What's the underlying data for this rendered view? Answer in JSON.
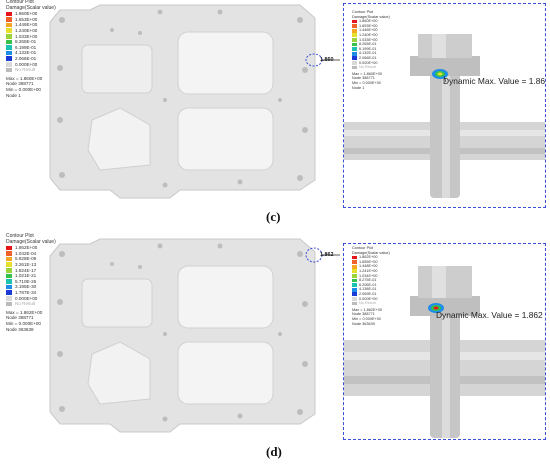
{
  "panel_c": {
    "label": "(c)",
    "legend_title": "Contour Plot",
    "legend_subtitle": "Damage(Scalar value)",
    "legend_values": [
      "1.860E+00",
      "1.653E+00",
      "1.446E+00",
      "1.240E+00",
      "1.033E+00",
      "8.265E-01",
      "6.199E-01",
      "4.132E-01",
      "2.066E-01",
      "0.000E+00"
    ],
    "no_result": "No Result",
    "max_line": "Max = 1.860E+00",
    "node_max": "Node 388771",
    "min_line": "Min = 0.000E+00",
    "node_min": "Node 1",
    "marker_value": "1.860",
    "dynamic_label": "Dynamic Max. Value = 1.860"
  },
  "panel_d": {
    "label": "(d)",
    "legend_title": "Contour Plot",
    "legend_subtitle": "Damage(Scalar value)",
    "legend_values": [
      "1.862E+00",
      "1.042E-04",
      "5.828E-09",
      "3.261E-13",
      "1.824E-17",
      "1.021E-21",
      "5.710E-26",
      "3.195E-30",
      "1.787E-34",
      "0.000E+00"
    ],
    "no_result": "No Result",
    "max_line": "Max = 1.862E+00",
    "node_max": "Node 388771",
    "min_line": "Min = 0.000E+00",
    "node_min": "Node 363639",
    "marker_value": "1.862",
    "zoom_legend_values": [
      "1.862E+00",
      "1.655E+00",
      "1.448E+00",
      "1.241E+00",
      "1.034E+00",
      "8.275E-01",
      "6.206E-01",
      "4.138E-01",
      "2.069E-01",
      "0.000E+00"
    ],
    "zoom_node_min": "Node 363639",
    "dynamic_label": "Dynamic Max. Value = 1.862"
  },
  "colors": [
    "#e8141b",
    "#f0612a",
    "#f5a623",
    "#e7e02a",
    "#9ad43a",
    "#36c24a",
    "#1bc2b0",
    "#1d8ee8",
    "#1a3ad6",
    "#d9d9d9"
  ],
  "accent": "#3b4fd6"
}
